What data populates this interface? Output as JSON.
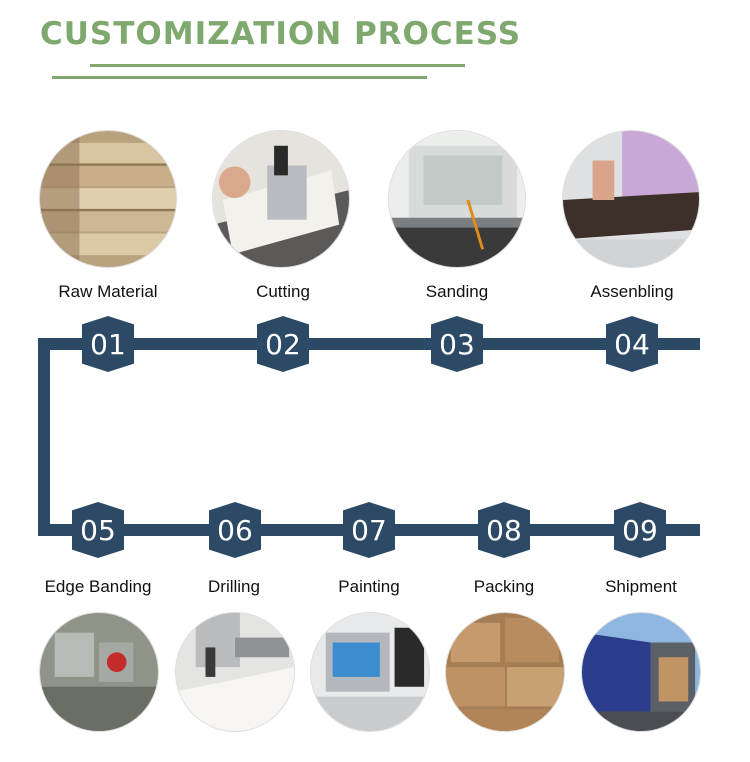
{
  "page": {
    "title": "CUSTOMIZATION PROCESS"
  },
  "steps": [
    {
      "number": "01",
      "label": "Raw Material",
      "photo": "raw-material-photo"
    },
    {
      "number": "02",
      "label": "Cutting",
      "photo": "cutting-photo"
    },
    {
      "number": "03",
      "label": "Sanding",
      "photo": "sanding-photo"
    },
    {
      "number": "04",
      "label": "Assenbling",
      "photo": "assembling-photo"
    },
    {
      "number": "05",
      "label": "Edge Banding",
      "photo": "edge-banding-photo"
    },
    {
      "number": "06",
      "label": "Drilling",
      "photo": "drilling-photo"
    },
    {
      "number": "07",
      "label": "Painting",
      "photo": "painting-photo"
    },
    {
      "number": "08",
      "label": "Packing",
      "photo": "packing-photo"
    },
    {
      "number": "09",
      "label": "Shipment",
      "photo": "shipment-photo"
    }
  ],
  "colors": {
    "accent": "#7ea86e",
    "track": "#2c4a66",
    "badge_text": "#ffffff"
  }
}
